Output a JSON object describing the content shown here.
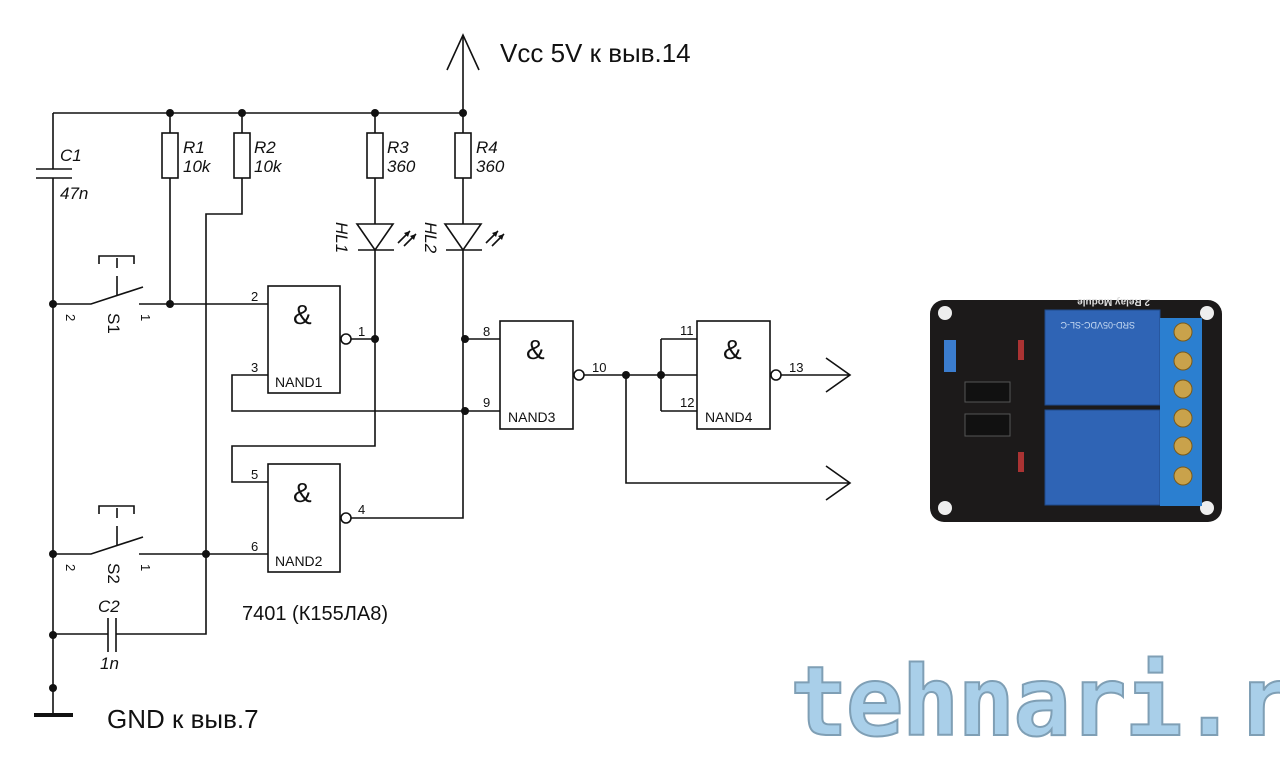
{
  "supply": {
    "vcc_label": "Vcc 5V к выв.14",
    "gnd_label": "GND к выв.7"
  },
  "chip_label": "7401 (К155ЛА8)",
  "components": {
    "c1": {
      "name": "C1",
      "value": "47n"
    },
    "c2": {
      "name": "C2",
      "value": "1n"
    },
    "r1": {
      "name": "R1",
      "value": "10k"
    },
    "r2": {
      "name": "R2",
      "value": "10k"
    },
    "r3": {
      "name": "R3",
      "value": "360"
    },
    "r4": {
      "name": "R4",
      "value": "360"
    },
    "hl1": {
      "name": "HL1"
    },
    "hl2": {
      "name": "HL2"
    },
    "s1": {
      "name": "S1",
      "pin_a": "2",
      "pin_b": "1"
    },
    "s2": {
      "name": "S2",
      "pin_a": "2",
      "pin_b": "1"
    }
  },
  "gates": {
    "symbol": "&",
    "nand1": {
      "name": "NAND1",
      "in_a": "2",
      "in_b": "3",
      "out": "1"
    },
    "nand2": {
      "name": "NAND2",
      "in_a": "5",
      "in_b": "6",
      "out": "4"
    },
    "nand3": {
      "name": "NAND3",
      "in_a": "8",
      "in_b": "9",
      "out": "10"
    },
    "nand4": {
      "name": "NAND4",
      "in_a": "11",
      "in_b": "12",
      "out": "13"
    }
  },
  "relay_module": {
    "board_color": "#1c1a1a",
    "relay_color": "#2f64b5",
    "relay_text": "SRD-05VDC-SL-C",
    "header_text": "2 Relay Module"
  },
  "watermark": {
    "text": "tehnari.ru",
    "color": "#a9cfe9"
  }
}
